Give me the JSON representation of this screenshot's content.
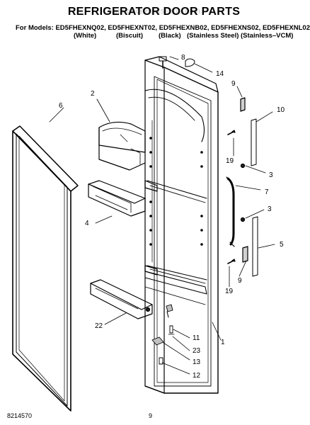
{
  "header": {
    "title": "REFRIGERATOR DOOR PARTS",
    "watermark": "AppliancePartsPros.com",
    "models_line": "For Models: ED5FHEXNQ02, ED5FHEXNT02, ED5FHEXNB02, ED5FHEXNS02, ED5FHEXNL02",
    "variants": [
      "(White)",
      "(Biscuit)",
      "(Black)",
      "(Stainless Steel)",
      "(Stainless–VCM)"
    ]
  },
  "callouts": {
    "c1": "1",
    "c2": "2",
    "c3a": "3",
    "c3b": "3",
    "c4": "4",
    "c5": "5",
    "c6": "6",
    "c7": "7",
    "c8": "8",
    "c9a": "9",
    "c9b": "9",
    "c10": "10",
    "c11": "11",
    "c12": "12",
    "c13": "13",
    "c14": "14",
    "c19a": "19",
    "c19b": "19",
    "c22": "22",
    "c23": "23"
  },
  "footer": {
    "part_number": "8214570",
    "page_number": "9"
  }
}
